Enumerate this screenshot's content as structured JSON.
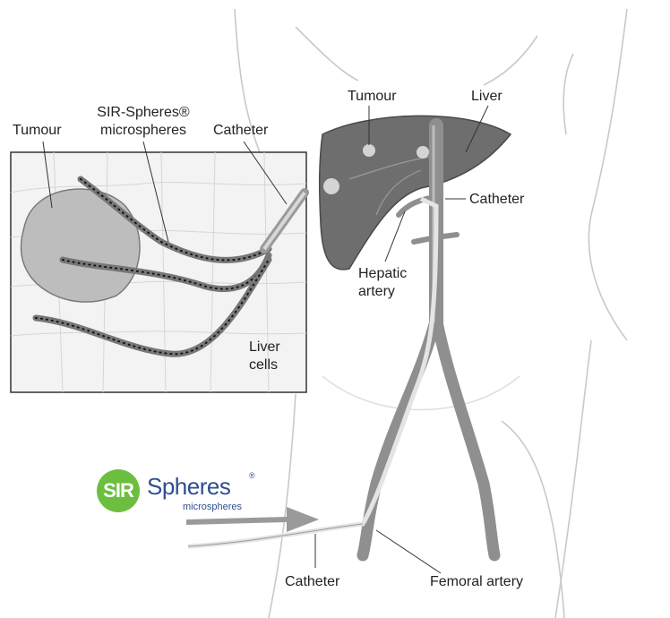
{
  "inset_labels": {
    "tumour": "Tumour",
    "microspheres_line1": "SIR-Spheres®",
    "microspheres_line2": "microspheres",
    "catheter": "Catheter",
    "liver_cells_line1": "Liver",
    "liver_cells_line2": "cells"
  },
  "body_labels": {
    "tumour": "Tumour",
    "liver": "Liver",
    "catheter": "Catheter",
    "hepatic_artery_line1": "Hepatic",
    "hepatic_artery_line2": "artery",
    "catheter_bottom": "Catheter",
    "femoral_artery": "Femoral artery"
  },
  "logo": {
    "badge_text": "SIR",
    "word": "Spheres",
    "registered": "®",
    "subtitle": "microspheres"
  },
  "colors": {
    "artery": "#8f8f8f",
    "liver": "#6e6e6e",
    "logo_green": "#6cbf3e",
    "logo_blue": "#2f4e8f"
  }
}
